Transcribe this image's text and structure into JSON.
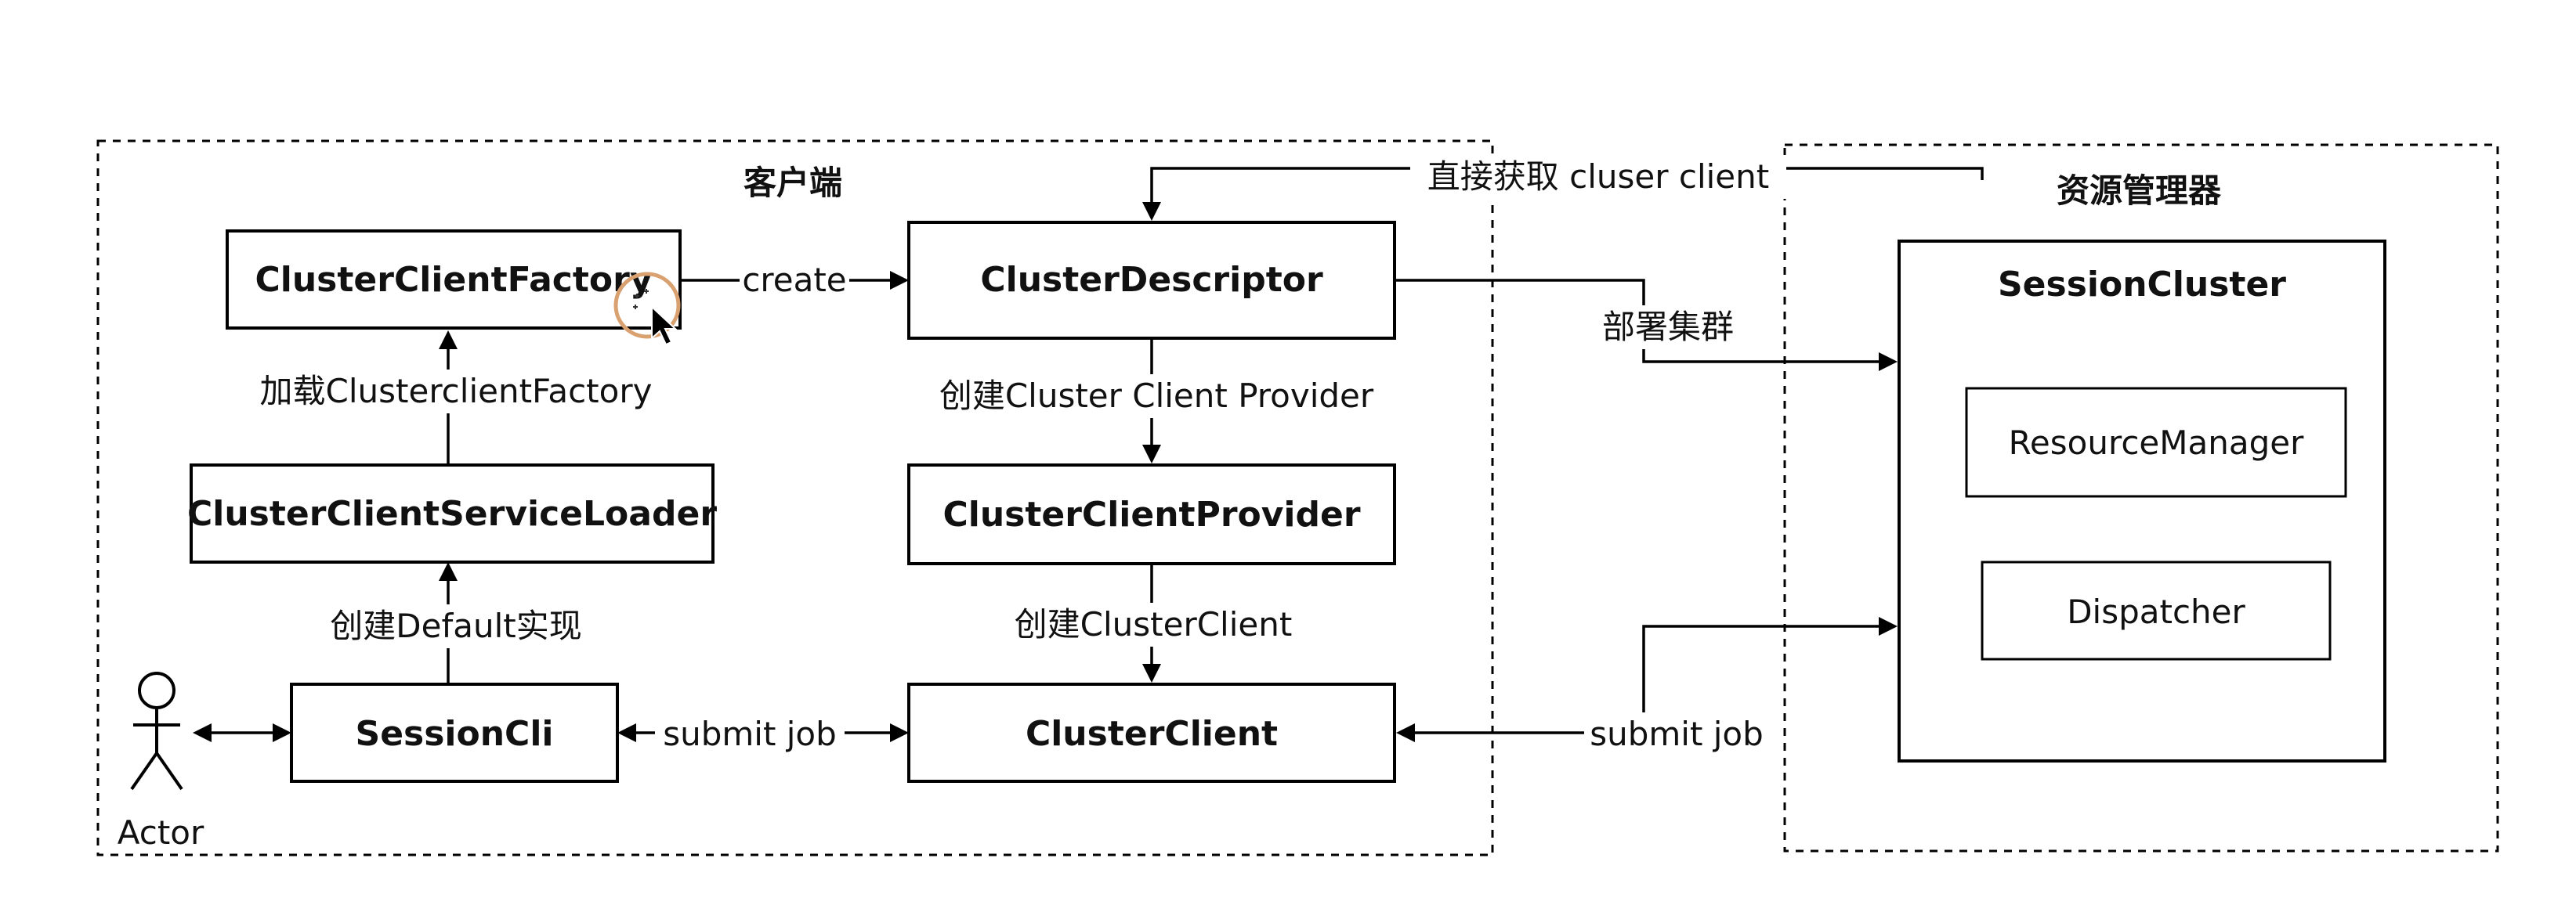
{
  "groups": {
    "client_title": "客户端",
    "resource_manager_title": "资源管理器"
  },
  "nodes": {
    "cluster_client_factory": "ClusterClientFactory",
    "cluster_descriptor": "ClusterDescriptor",
    "cluster_client_service_loader": "ClusterClientServiceLoader",
    "cluster_client_provider": "ClusterClientProvider",
    "session_cli": "SessionCli",
    "cluster_client": "ClusterClient",
    "session_cluster": "SessionCluster",
    "resource_manager": "ResourceManager",
    "dispatcher": "Dispatcher",
    "actor": "Actor"
  },
  "edges": {
    "create": "create",
    "load_factory": "加载ClusterclientFactory",
    "create_default_impl": "创建Default实现",
    "create_provider": "创建Cluster Client Provider",
    "create_cluster_client": "创建ClusterClient",
    "submit_job_left": "submit job",
    "submit_job_right": "submit job",
    "deploy_cluster": "部署集群",
    "direct_get_client": "直接获取 cluser client"
  }
}
